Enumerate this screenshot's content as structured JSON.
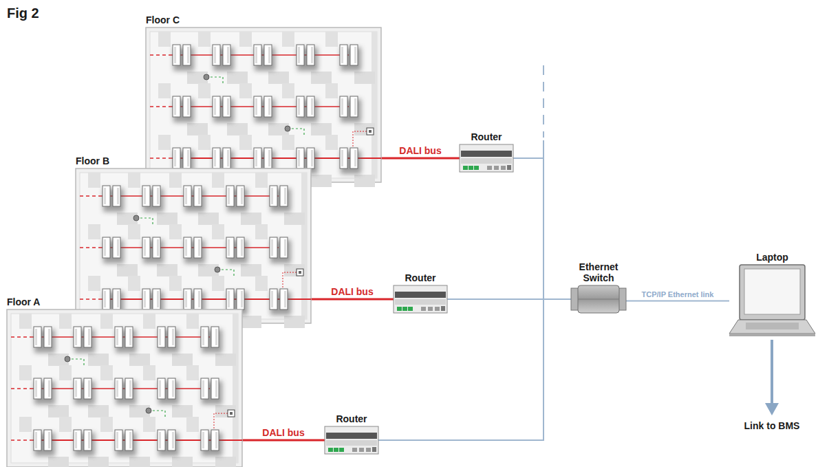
{
  "diagram": {
    "title": "Fig 2",
    "nodes": [
      {
        "text": [
          "Floor C"
        ]
      },
      {
        "text": [
          "Router"
        ]
      },
      {
        "text": [
          "Floor B"
        ]
      },
      {
        "text": [
          "Router"
        ]
      },
      {
        "text": [
          "Ethernet Switch"
        ]
      },
      {
        "text": [
          "Laptop"
        ]
      },
      {
        "text": [
          "Floor A"
        ]
      },
      {
        "text": [
          "Router"
        ]
      }
    ],
    "edges": [
      {
        "from": 0,
        "to": 1,
        "arrow": "none",
        "label": "DALI bus"
      },
      {
        "from": 2,
        "to": 3,
        "arrow": "none",
        "label": "DALI bus"
      },
      {
        "from": 6,
        "to": 7,
        "arrow": "none",
        "label": "DALI bus"
      },
      {
        "from": 1,
        "to": 4,
        "arrow": "none"
      },
      {
        "from": 3,
        "to": 4,
        "arrow": "none"
      },
      {
        "from": 7,
        "to": 4,
        "arrow": "none"
      },
      {
        "from": 4,
        "to": 5,
        "arrow": "none",
        "label": "TCP/IP Ethernet link"
      }
    ],
    "labels": [
      "Link to BMS"
    ]
  }
}
